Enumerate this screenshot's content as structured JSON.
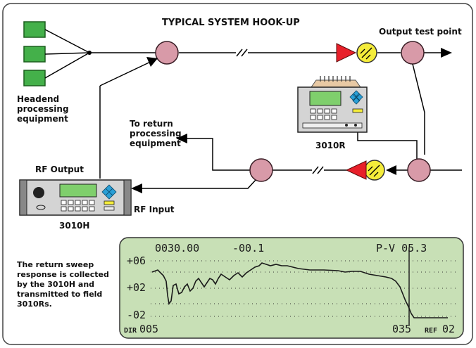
{
  "title": "TYPICAL SYSTEM HOOK-UP",
  "labels": {
    "output_test_point": "Output test point",
    "headend_line1": "Headend",
    "headend_line2": "processing",
    "headend_line3": "equipment",
    "to_return_line1": "To return",
    "to_return_line2": "processing",
    "to_return_line3": "equipment",
    "rf_output": "RF Output",
    "rf_input": "RF Input",
    "unit_3010r": "3010R",
    "unit_3010h": "3010H"
  },
  "caption": {
    "line1": "The return sweep",
    "line2": "response is collected",
    "line3": "by the 3010H and",
    "line4": "transmitted to field",
    "line5": "3010Rs."
  },
  "screen": {
    "frequency": "0030.00",
    "level": "-00.1",
    "pv_readout": "P-V 05.3",
    "y_tick_top": "+06",
    "y_tick_mid": "+02",
    "y_tick_bot": "-02",
    "dir_label": "DIR",
    "dir_value": "005",
    "marker_value": "035",
    "ref_label": "REF",
    "ref_value": "02"
  },
  "colors": {
    "headend_box": "#44b04a",
    "splitter": "#d89aa8",
    "amplifier": "#e8202a",
    "equalizer": "#f4ec3a",
    "lcd_bg": "#c8e0b6",
    "device_body": "#d4d4d4",
    "device_lcd": "#7fcf6c",
    "device_keys": "#2a9fd6"
  },
  "icons": {
    "amplifier": "triangle-amplifier-icon",
    "equalizer": "equalizer-icon",
    "splitter": "splitter-coupler-icon",
    "line_break": "line-break-icon"
  }
}
